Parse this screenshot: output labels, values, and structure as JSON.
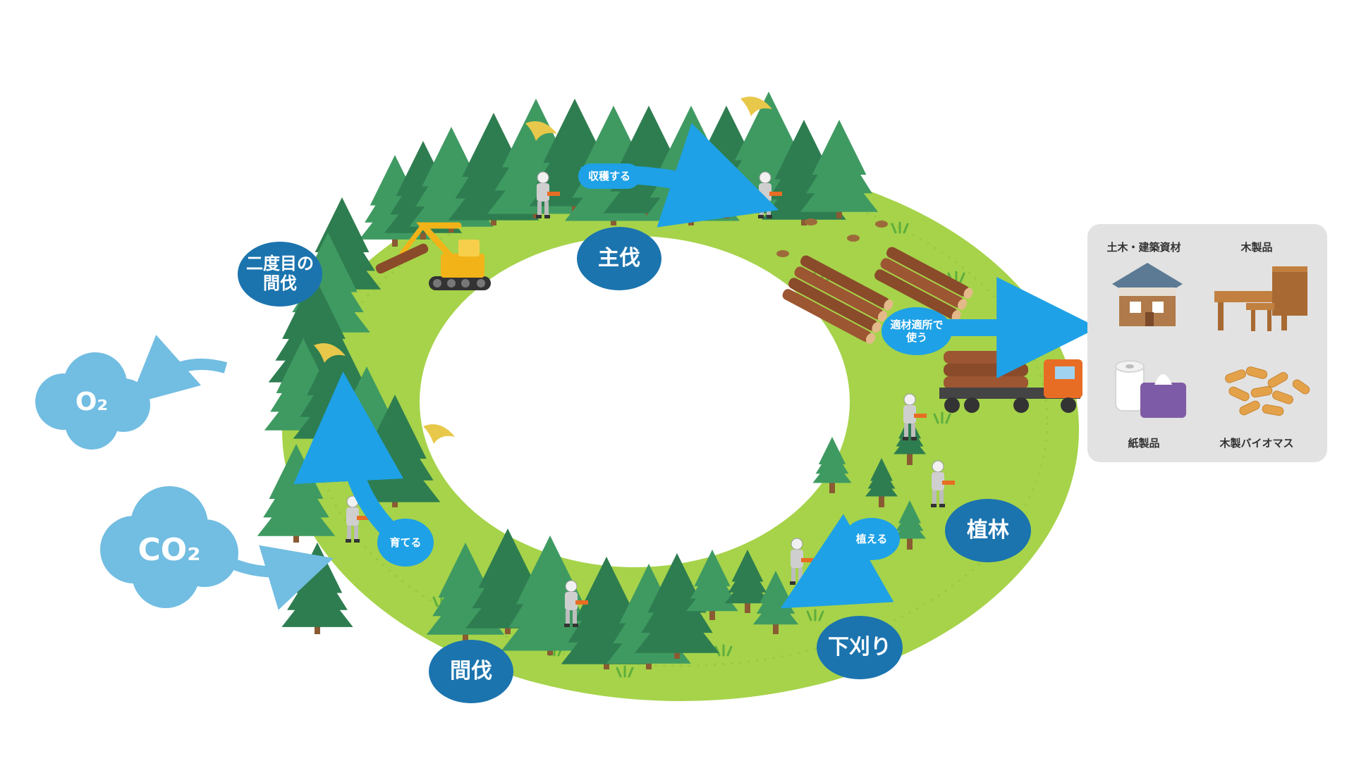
{
  "cycle_stages": {
    "main_harvest": "主伐",
    "second_thinning": "二度目の間伐",
    "thinning": "間伐",
    "planting": "植林",
    "weeding": "下刈り"
  },
  "actions": {
    "harvest": "収穫する",
    "use_right_material": "適材適所で使う",
    "grow": "育てる",
    "plant": "植える"
  },
  "gases": {
    "oxygen": "O₂",
    "carbon_dioxide": "CO₂"
  },
  "products": {
    "civil_building": "土木・建築資材",
    "wood_products": "木製品",
    "paper_products": "紙製品",
    "wood_biomass": "木製バイオマス"
  },
  "colors": {
    "ring_green": "#a6d34a",
    "tree_dark": "#2e7d50",
    "tree_mid": "#3f9a62",
    "stage_blue": "#1b74ae",
    "arrow_blue": "#1ea1e6",
    "cloud_blue": "#72bde2",
    "panel_gray": "#e2e2e2"
  }
}
